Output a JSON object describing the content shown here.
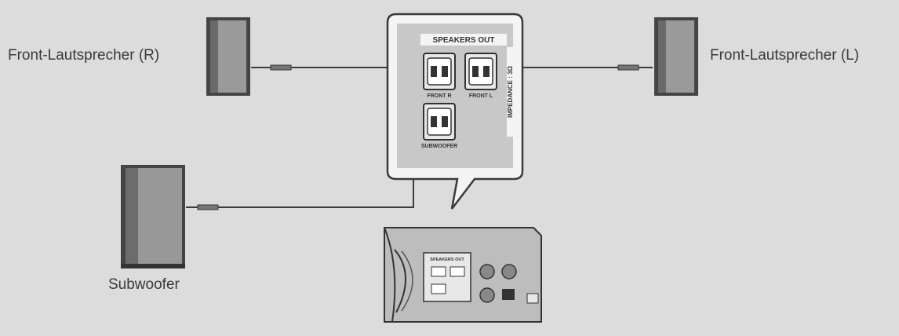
{
  "labels": {
    "front_right": "Front-Lautsprecher (R)",
    "front_left": "Front-Lautsprecher (L)",
    "subwoofer": "Subwoofer"
  },
  "panel": {
    "title": "SPEAKERS OUT",
    "front_r": "FRONT R",
    "front_l": "FRONT L",
    "subwoofer": "SUBWOOFER",
    "impedance": "IMPEDANCE : 3Ω"
  },
  "unit": {
    "speakers_out": "SPEAKERS OUT"
  },
  "colors": {
    "background": "#dcdcdc",
    "speaker_body": "#8c8c8c",
    "speaker_frame": "#4a4a4a",
    "cable": "#3c3c3c",
    "panel_bg": "#c8c8c8"
  }
}
